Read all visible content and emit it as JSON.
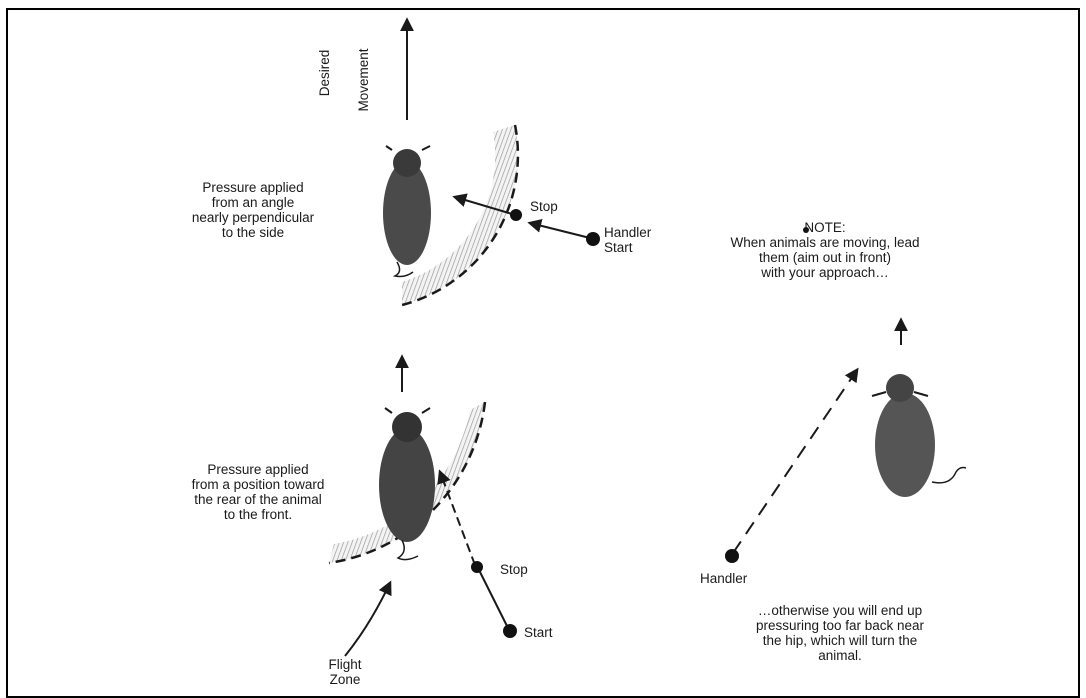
{
  "figure": {
    "desired_movement": [
      "Desired",
      "Movement"
    ],
    "top_panel": {
      "caption": "Pressure applied\nfrom an angle\nnearly perpendicular\nto the side",
      "stop_label": "Stop",
      "handler_label": "Handler\nStart"
    },
    "bottom_panel": {
      "caption": "Pressure applied\nfrom a position toward\nthe rear of the animal\nto the front.",
      "stop_label": "Stop",
      "start_label": "Start",
      "flight_zone_label": "Flight\nZone"
    },
    "right_panel": {
      "note": "NOTE:\nWhen animals are moving, lead\nthem (aim out in front)\nwith your approach…",
      "handler_label": "Handler",
      "footnote": "…otherwise you will end up\npressuring too far back near\nthe hip, which will turn the\nanimal."
    }
  },
  "colors": {
    "ink": "#1a1a1a",
    "shading": "#9a9a9a",
    "cow": "#3a3a3a",
    "background": "#ffffff"
  }
}
